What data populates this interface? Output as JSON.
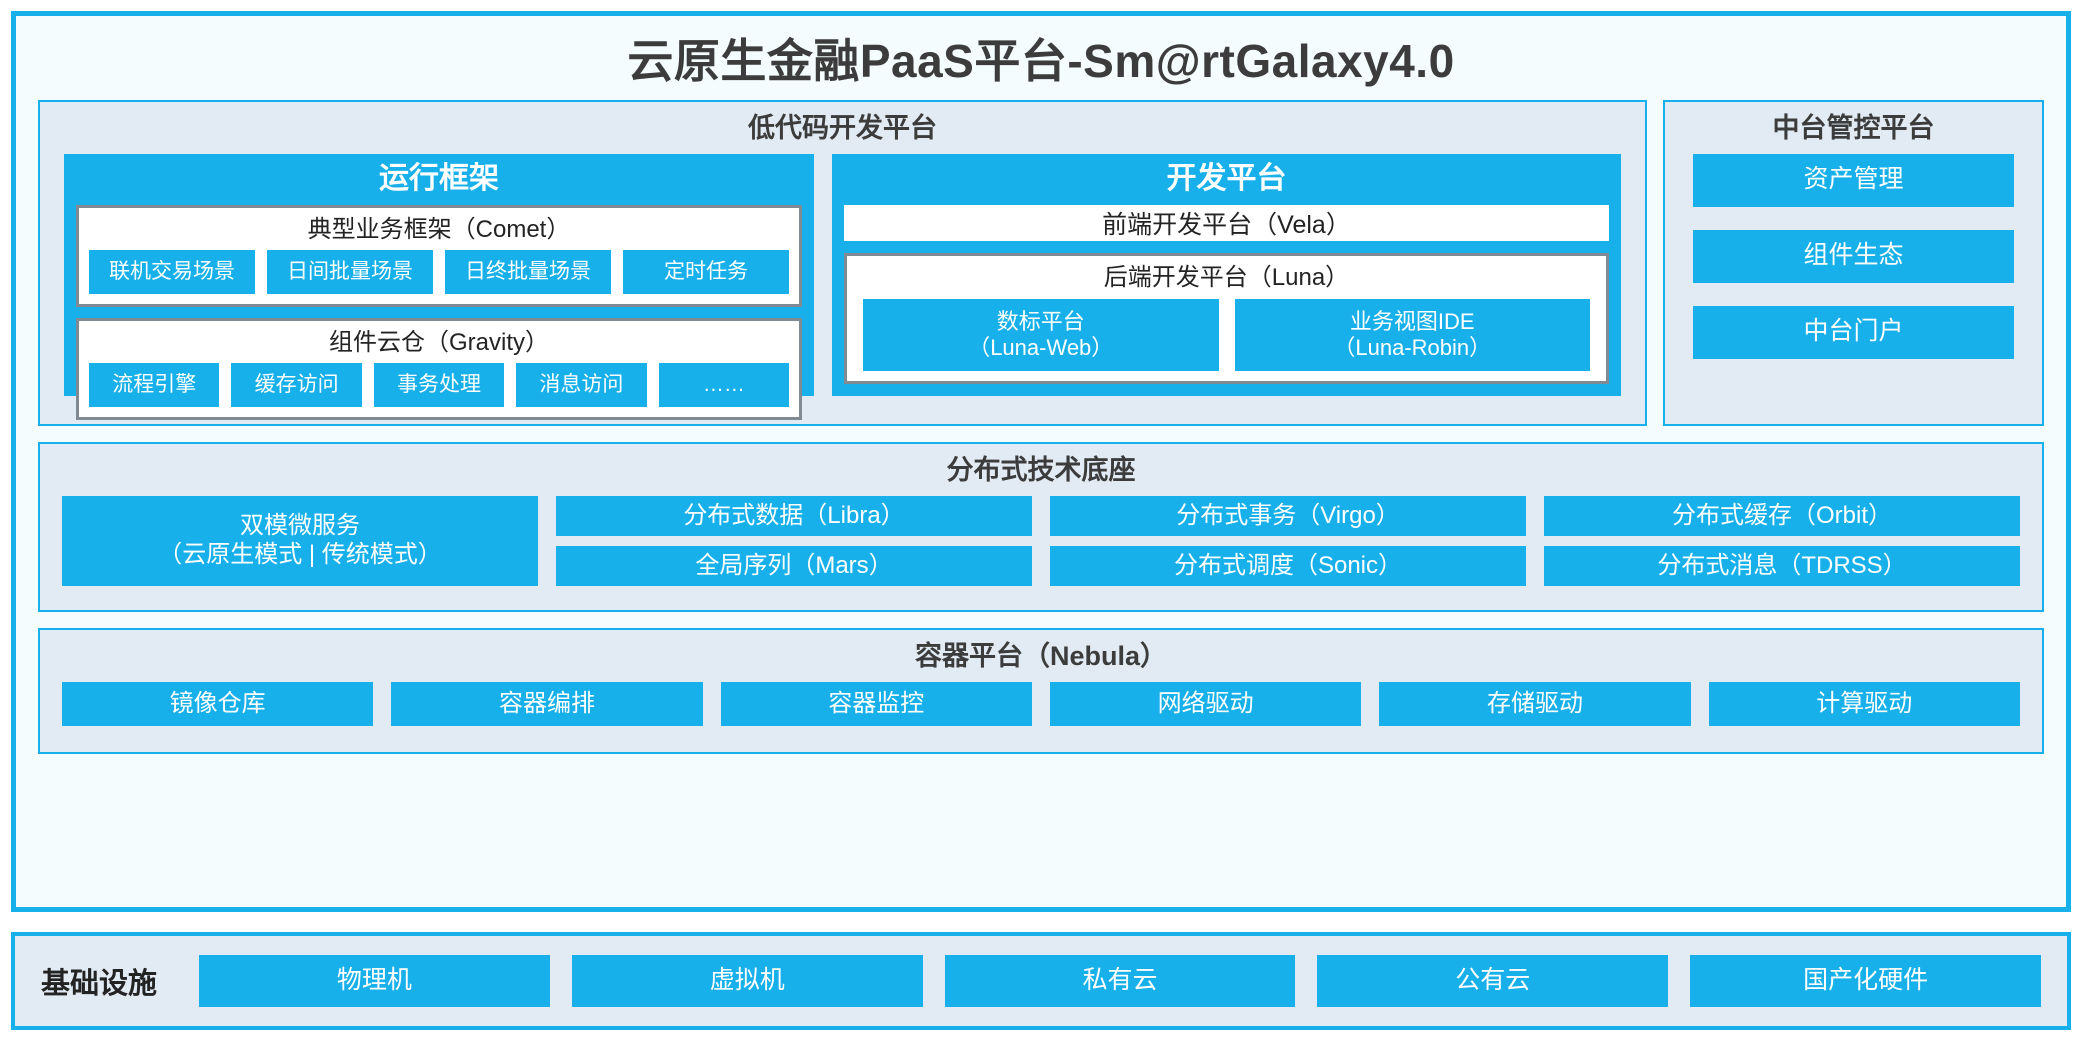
{
  "title": "云原生金融PaaS平台-Sm@rtGalaxy4.0",
  "colors": {
    "accent": "#17b0ea",
    "panel_bg": "#e2ebf4",
    "page_bg": "#f4fcfe",
    "subbox_border": "#808a93",
    "text_dark": "#3c3c3c"
  },
  "lowcode": {
    "title": "低代码开发平台",
    "runtime": {
      "title": "运行框架",
      "comet": {
        "title": "典型业务框架（Comet）",
        "items": [
          "联机交易场景",
          "日间批量场景",
          "日终批量场景",
          "定时任务"
        ]
      },
      "gravity": {
        "title": "组件云仓（Gravity）",
        "items": [
          "流程引擎",
          "缓存访问",
          "事务处理",
          "消息访问",
          "……"
        ]
      }
    },
    "dev": {
      "title": "开发平台",
      "vela": "前端开发平台（Vela）",
      "luna": {
        "title": "后端开发平台（Luna）",
        "items": [
          {
            "name": "数标平台",
            "code": "（Luna-Web）"
          },
          {
            "name": "业务视图IDE",
            "code": "（Luna-Robin）"
          }
        ]
      }
    }
  },
  "midplatform": {
    "title": "中台管控平台",
    "items": [
      "资产管理",
      "组件生态",
      "中台门户"
    ]
  },
  "distributed": {
    "title": "分布式技术底座",
    "columns": [
      {
        "single": true,
        "items": [
          {
            "name": "双模微服务",
            "code": "（云原生模式 | 传统模式）"
          }
        ]
      },
      {
        "single": false,
        "items": [
          "分布式数据（Libra）",
          "全局序列（Mars）"
        ]
      },
      {
        "single": false,
        "items": [
          "分布式事务（Virgo）",
          "分布式调度（Sonic）"
        ]
      },
      {
        "single": false,
        "items": [
          "分布式缓存（Orbit）",
          "分布式消息（TDRSS）"
        ]
      }
    ]
  },
  "container": {
    "title": "容器平台（Nebula）",
    "items": [
      "镜像仓库",
      "容器编排",
      "容器监控",
      "网络驱动",
      "存储驱动",
      "计算驱动"
    ]
  },
  "infrastructure": {
    "label": "基础设施",
    "items": [
      "物理机",
      "虚拟机",
      "私有云",
      "公有云",
      "国产化硬件"
    ]
  }
}
